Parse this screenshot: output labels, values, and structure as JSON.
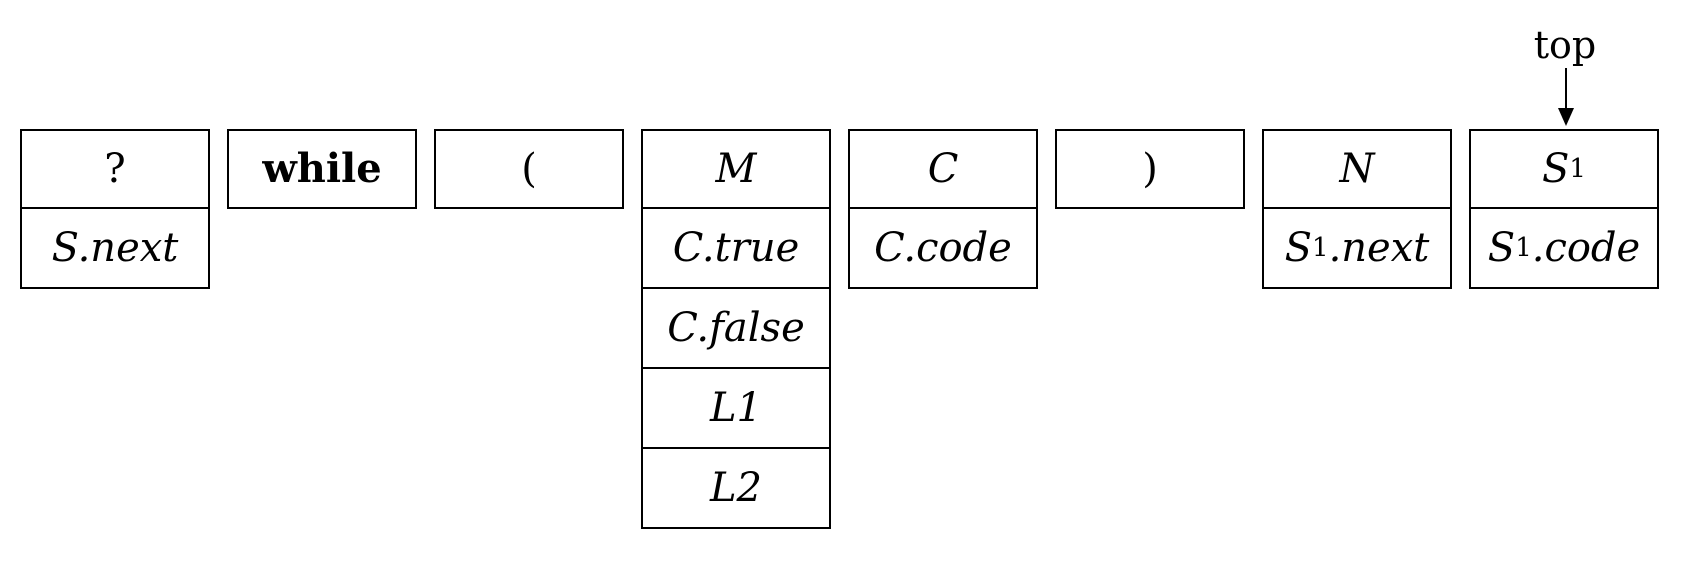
{
  "stack": {
    "top_label": "top",
    "columns": [
      {
        "header": "?",
        "fields": [
          "S.next"
        ]
      },
      {
        "header": "while",
        "fields": []
      },
      {
        "header": "(",
        "fields": []
      },
      {
        "header": "M",
        "fields": [
          "C.true",
          "C.false",
          "L1",
          "L2"
        ]
      },
      {
        "header": "C",
        "fields": [
          "C.code"
        ]
      },
      {
        "header": ")",
        "fields": []
      },
      {
        "header": "N",
        "fields": [
          "S1.next"
        ]
      },
      {
        "header": "S1",
        "fields": [
          "S1.code"
        ]
      }
    ]
  }
}
